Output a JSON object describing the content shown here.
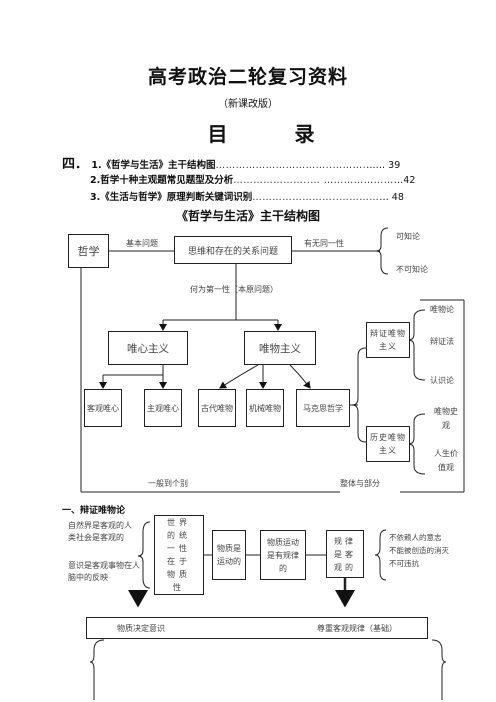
{
  "document": {
    "title": "高考政治二轮复习资料",
    "subtitle": "（新课改版）",
    "toc_heading": "目 录",
    "toc": [
      {
        "num": "四．",
        "text": "1.《哲学与生活》主干结构图",
        "dots": "……………………………..……….",
        "page": "…… 39"
      },
      {
        "num": "",
        "text": "2.哲学十种主观题常见题型及分析",
        "dots": "…………………..…  …………………",
        "page": "…42"
      },
      {
        "num": "",
        "text": "3.《生活与哲学》原理判断关键词识别",
        "dots": "……………………..…………",
        "page": "… 48"
      }
    ],
    "section_title": "《哲学与生活》主干结构图"
  },
  "diagram1": {
    "philosophy": "哲学",
    "basic_question_label": "基本问题",
    "thinking_existence": "思维和存在的关系问题",
    "identity_label": "有无同一性",
    "knowable": "可知论",
    "unknowable": "不可知论",
    "primacy_label": "何为第一性（本原问题）",
    "idealism": "唯心主义",
    "materialism": "唯物主义",
    "objective_idealism": "客观唯心",
    "subjective_idealism": "主观唯心",
    "ancient_materialism": "古代唯物",
    "mechanical_materialism": "机械唯物",
    "marxist_philosophy": "马克思哲学",
    "dialectical_materialism": "辩证唯物主义",
    "historical_materialism": "历史唯物主义",
    "materialism_theory": "唯物论",
    "dialectics": "辩证法",
    "epistemology": "认识论",
    "materialist_history": "唯物史观",
    "life_values": "人生价值观",
    "general_individual": "一般到个别",
    "whole_part": "整体与部分"
  },
  "section1": {
    "heading": "一、辩证唯物论",
    "left_text_1": "自然界是客观的人类社会是客观的",
    "left_text_2": "意识是客观事物在人脑中的反映",
    "world_unity": "世界的统一性在于物质性",
    "matter_motion": "物质是运动的",
    "motion_law": "物质运动是有规律的",
    "laws_objective": "规律是客观的",
    "law_props": [
      "不依赖人的意志",
      "不能被创造的消灭",
      "不可违抗"
    ],
    "matter_decides": "物质决定意识",
    "respect_laws": "尊重客观规律（基础）"
  }
}
